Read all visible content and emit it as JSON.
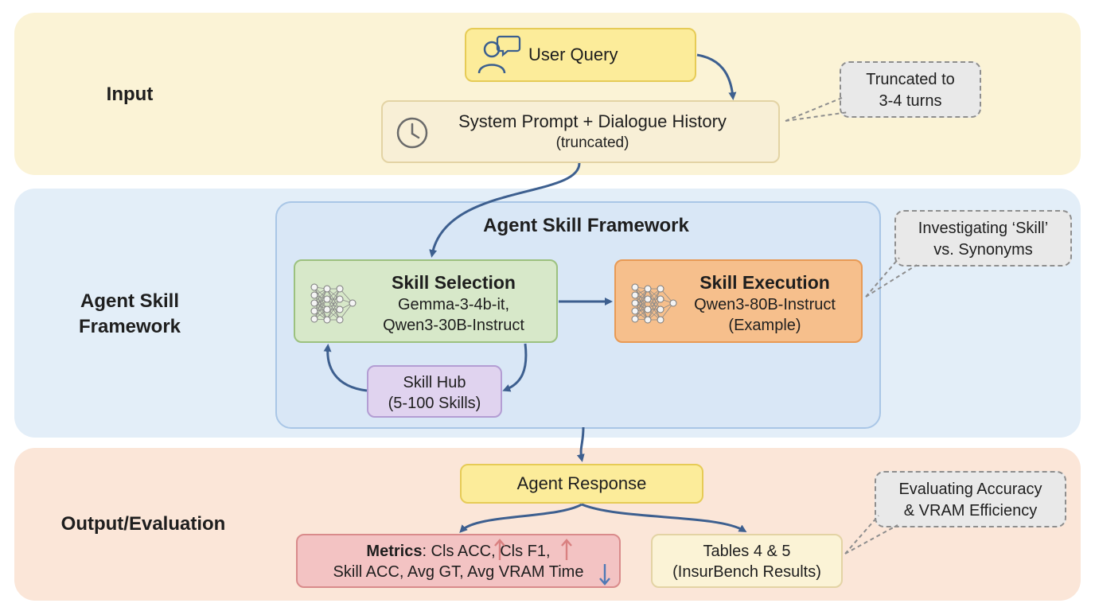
{
  "bands": {
    "input": "Input",
    "agent": [
      "Agent Skill",
      "Framework"
    ],
    "output": "Output/Evaluation"
  },
  "nodes": {
    "user_query": "User Query",
    "system_prompt": [
      "System Prompt + Dialogue History",
      "(truncated)"
    ],
    "framework_title": "Agent Skill Framework",
    "skill_selection": {
      "title": "Skill Selection",
      "lines": [
        "Gemma-3-4b-it,",
        "Qwen3-30B-Instruct"
      ]
    },
    "skill_execution": {
      "title": "Skill Execution",
      "lines": [
        "Qwen3-80B-Instruct",
        "(Example)"
      ]
    },
    "skill_hub": [
      "Skill Hub",
      "(5-100 Skills)"
    ],
    "agent_response": "Agent Response",
    "metrics": {
      "bold": "Metrics",
      "line1_rest": ": Cls ACC, Cls F1,",
      "line2": "Skill ACC, Avg GT, Avg VRAM Time"
    },
    "tables": [
      "Tables 4 & 5",
      "(InsurBench Results)"
    ]
  },
  "callouts": {
    "truncated": [
      "Truncated to",
      "3-4 turns"
    ],
    "skill_synonyms": [
      "Investigating ‘Skill’",
      "vs. Synonyms"
    ],
    "evaluating": [
      "Evaluating Accuracy",
      "& VRAM Efficiency"
    ]
  },
  "icons": {
    "user": "user-chat-icon",
    "clock": "clock-icon",
    "neural_net": "neural-network-icon",
    "up_arrow": "arrow-up-icon",
    "down_arrow": "arrow-down-icon"
  },
  "colors": {
    "arrow": "#3d5f8f",
    "up": "#d98080",
    "down": "#4f79b5"
  }
}
